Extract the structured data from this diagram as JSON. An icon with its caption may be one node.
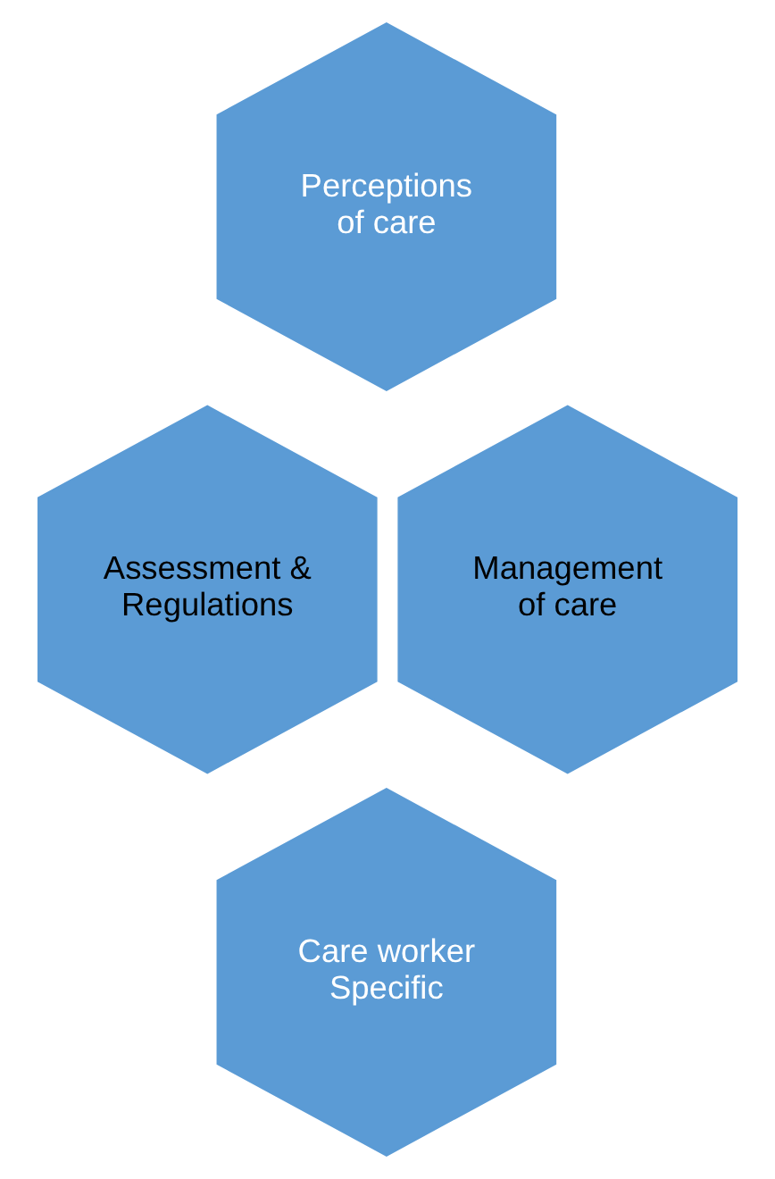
{
  "diagram": {
    "nodes": [
      {
        "text": [
          "Perceptions of care"
        ]
      },
      {
        "text": [
          "Assessment & Regulations"
        ]
      },
      {
        "text": [
          "Management of care"
        ]
      },
      {
        "text": [
          "Care worker Specific"
        ]
      }
    ]
  }
}
